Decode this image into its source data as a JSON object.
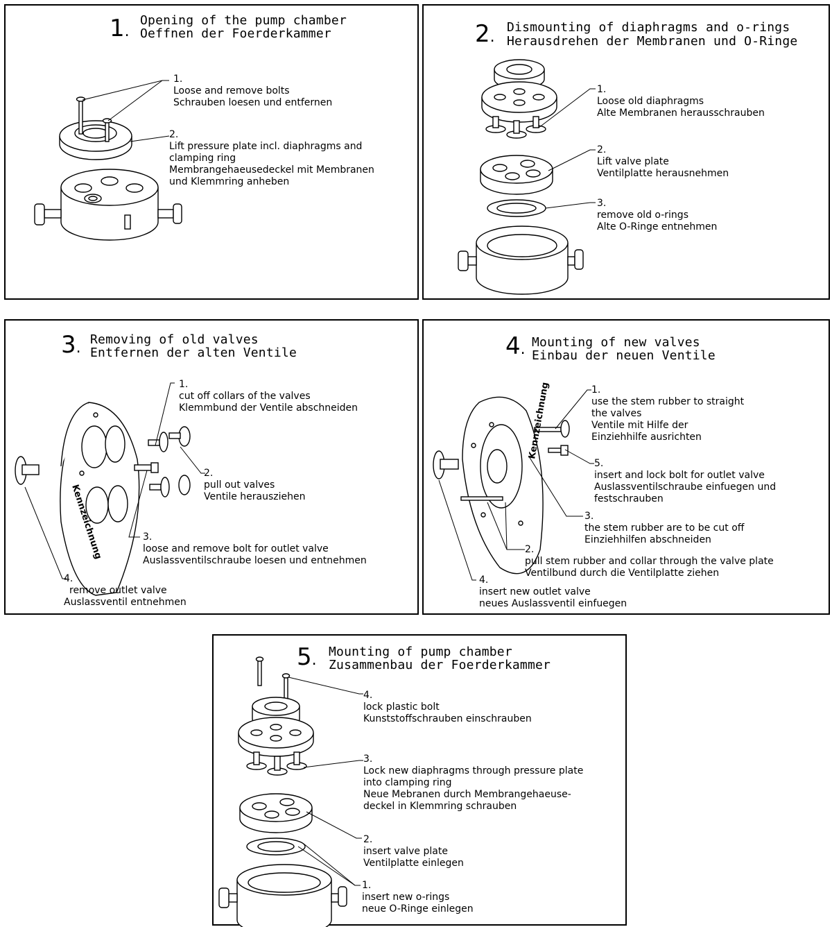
{
  "panels": [
    {
      "number": "1",
      "title_en": "Opening of the pump chamber",
      "title_de": "Oeffnen der Foerderkammer",
      "steps": [
        {
          "n": "1.",
          "lines": [
            "Loose and remove bolts",
            "Schrauben loesen und entfernen"
          ]
        },
        {
          "n": "2.",
          "lines": [
            "Lift pressure plate incl. diaphragms and",
            "clamping ring",
            "Membrangehaeusedeckel mit Membranen",
            "und Klemmring anheben"
          ]
        }
      ]
    },
    {
      "number": "2",
      "title_en": "Dismounting of diaphragms and o-rings",
      "title_de": "Herausdrehen der Membranen und O-Ringe",
      "steps": [
        {
          "n": "1.",
          "lines": [
            "Loose old diaphragms",
            "Alte Membranen herausschrauben"
          ]
        },
        {
          "n": "2.",
          "lines": [
            "Lift valve plate",
            "Ventilplatte herausnehmen"
          ]
        },
        {
          "n": "3.",
          "lines": [
            "remove old o-rings",
            "Alte O-Ringe entnehmen"
          ]
        }
      ]
    },
    {
      "number": "3",
      "title_en": "Removing of old valves",
      "title_de": "Entfernen der alten Ventile",
      "plate_text": "Kennzeichnung",
      "steps": [
        {
          "n": "1.",
          "lines": [
            "cut off collars of the valves",
            "Klemmbund der Ventile abschneiden"
          ]
        },
        {
          "n": "2.",
          "lines": [
            "pull out  valves",
            "Ventile herausziehen"
          ]
        },
        {
          "n": "3.",
          "lines": [
            "loose and remove bolt for outlet valve",
            "Auslassventilschraube loesen und entnehmen"
          ]
        },
        {
          "n": "4.",
          "lines": [
            "remove outlet valve",
            "Auslassventil entnehmen"
          ]
        }
      ]
    },
    {
      "number": "4",
      "title_en": "Mounting of new valves",
      "title_de": "Einbau der neuen Ventile",
      "plate_text": "Kennzeichnung",
      "steps": [
        {
          "n": "1.",
          "lines": [
            "use the stem rubber to straight",
            "the valves",
            "Ventile mit Hilfe der",
            "Einziehhilfe ausrichten"
          ]
        },
        {
          "n": "5.",
          "lines": [
            "insert and lock bolt for outlet valve",
            "Auslassventilschraube einfuegen und",
            "festschrauben"
          ]
        },
        {
          "n": "3.",
          "lines": [
            "the stem rubber are to be cut off",
            "Einziehhilfen abschneiden"
          ]
        },
        {
          "n": "2.",
          "lines": [
            "pull stem rubber and collar through the valve plate",
            "Ventilbund durch die Ventilplatte ziehen"
          ]
        },
        {
          "n": "4.",
          "lines": [
            "insert new outlet valve",
            "neues Auslassventil einfuegen"
          ]
        }
      ]
    },
    {
      "number": "5",
      "title_en": "Mounting of pump chamber",
      "title_de": "Zusammenbau der Foerderkammer",
      "steps": [
        {
          "n": "4.",
          "lines": [
            "lock plastic bolt",
            "Kunststoffschrauben einschrauben"
          ]
        },
        {
          "n": "3.",
          "lines": [
            "Lock new diaphragms through pressure plate",
            "into clamping ring",
            "Neue Mebranen durch Membrangehaeuse-",
            "deckel in Klemmring schrauben"
          ]
        },
        {
          "n": "2.",
          "lines": [
            "insert valve plate",
            "Ventilplatte einlegen"
          ]
        },
        {
          "n": "1.",
          "lines": [
            "insert new o-rings",
            "neue O-Ringe einlegen"
          ]
        }
      ]
    }
  ]
}
